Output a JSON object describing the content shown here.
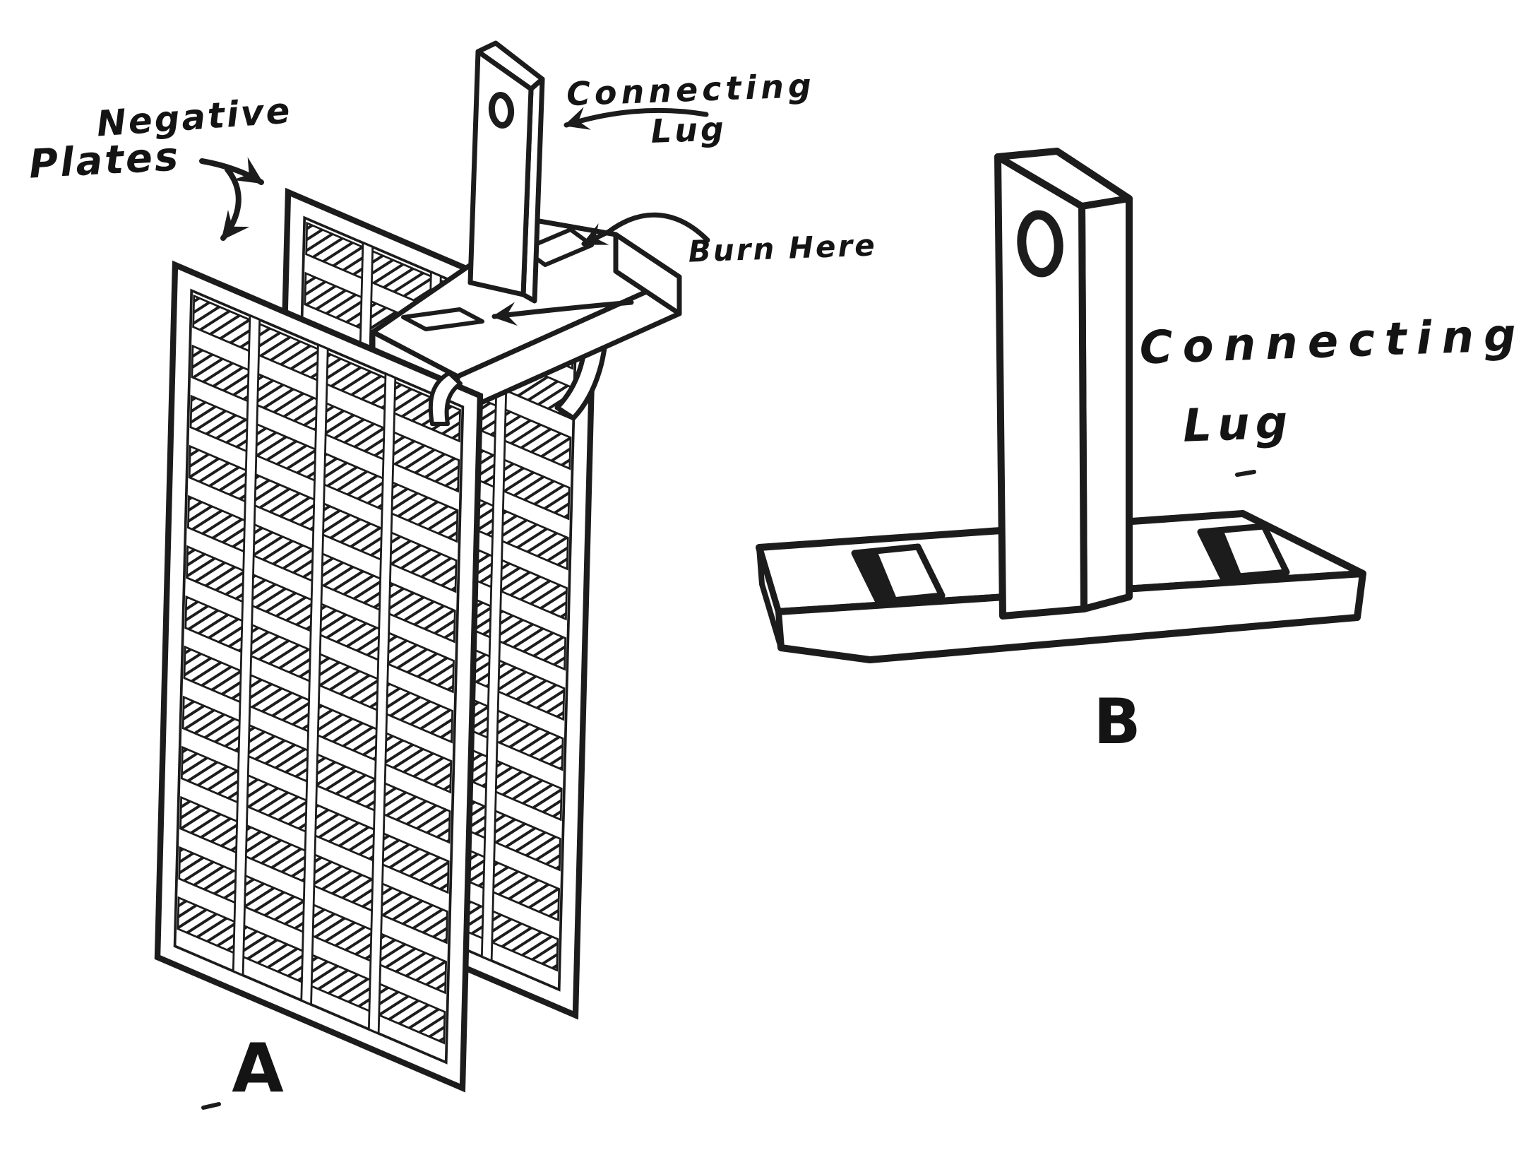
{
  "document": {
    "type": "technical-illustration",
    "subject": "Storage battery negative plates and connecting lug",
    "ink_color": "#1c1c1c",
    "paper_color": "#ffffff"
  },
  "panel_a": {
    "label": "A",
    "negative_plates_label_line1": "Negative",
    "negative_plates_label_line2": "Plates",
    "connecting_lug_label_line1": "Connecting",
    "connecting_lug_label_line2": "Lug",
    "burn_here_label": "Burn Here"
  },
  "panel_b": {
    "label": "B",
    "connecting_lug_label_line1": "Connecting",
    "connecting_lug_label_line2": "Lug"
  }
}
